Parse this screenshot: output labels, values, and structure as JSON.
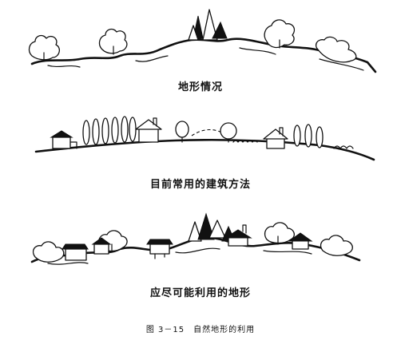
{
  "panels": [
    {
      "caption": "地形情况"
    },
    {
      "caption": "目前常用的建筑方法"
    },
    {
      "caption": "应尽可能利用的地形"
    }
  ],
  "figure_caption": "图 3－15　自然地形的利用"
}
